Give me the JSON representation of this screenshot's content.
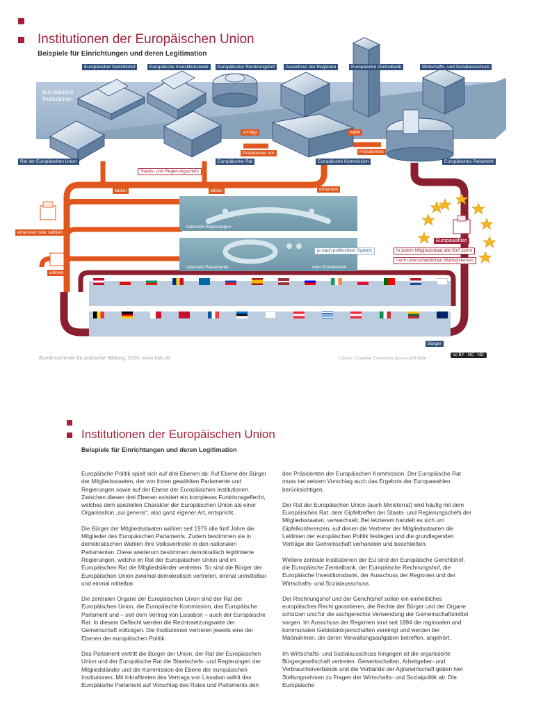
{
  "figure": {
    "title": "Institutionen der Europäischen Union",
    "subtitle": "Beispiele für Einrichtungen und deren Legitimation",
    "band_label": "Europäische Institutionen",
    "institutions_top": [
      "Europäischer Gerichtshof",
      "Europäische Investitionsbank",
      "Europäischer Rechnungshof",
      "Ausschuss der Regionen",
      "Europäische Zentralbank",
      "Wirtschafts- und Sozialausschuss"
    ],
    "institutions_main": {
      "council_eu": "Rat der Europäischen Union",
      "european_council": "Europäischer Rat",
      "commission": "Europäische Kommission",
      "parliament": "Europäisches Parlament"
    },
    "actions": {
      "schlaegt": "schlägt",
      "praesidenten_vor": "Präsidenten vor",
      "waehlt": "wählt",
      "praesidenten": "Präsidenten",
      "bilden_1": "bilden",
      "bilden_2": "bilden",
      "staats_regierungschefs": "Staats- und Regierungschefs",
      "ernennen": "ernennen",
      "ernennen_oder_waehlen": "ernennen oder wählen",
      "waehlen": "wählen"
    },
    "national": {
      "governments": "nationale Regierungen",
      "parliaments": "nationale Parlamente",
      "system_note": "je nach politischem System",
      "or_presidents": "oder Präsidenten"
    },
    "europawahlen": {
      "label": "Europawahlen",
      "line1": "In jedem Mitgliedsstaat alle fünf Jahre",
      "line2": "nach unterschiedlichen Wahlsystemen"
    },
    "citizens": "Bürger",
    "credit": "Bundeszentrale für politische Bildung, 2010, www.bpb.de",
    "license": "Lizenz: Creative Commons by-nc-nd/3.0/de",
    "cc_badge": "cc BY · NC · ND",
    "colors": {
      "accent": "#a3223a",
      "orange": "#e0561c",
      "band_blue": "#a9bed4",
      "teal": "#7fa6b6",
      "navy": "#2f4e7a"
    }
  },
  "article": {
    "title": "Institutionen der Europäischen Union",
    "subtitle": "Beispiele für Einrichtungen und deren Legitimation",
    "left_paragraphs": [
      "Europäische Politik spielt sich auf drei Ebenen ab: Auf Ebene der Bürger der Mitgliedsstaaten, der von ihnen gewählten Parlamente und Regierungen sowie auf der Ebene der Europäischen Institutionen. Zwischen diesen drei Ebenen existiert ein komplexes Funktionsgeflecht, welches dem speziellen Charakter der Europäischen Union als einer Organisation „sui generis“, also ganz eigener Art, entspricht.",
      "Die Bürger der Mitgliedsstaaten wählen seit 1979 alle fünf Jahre die Mitglieder des Europäischen Parlaments. Zudem bestimmen sie in demokratischen Wahlen ihre Volksvertreter in den nationalen Parlamenten. Diese wiederum bestimmen demokratisch legitimierte Regierungen, welche im Rat der Europäischen Union und im Europäischen Rat die Mitgliedsländer vertreten. So sind die Bürger der Europäischen Union zweimal demokratisch vertreten, einmal unmittelbar und einmal mittelbar.",
      "Die zentralen Organe der Europäischen Union sind der Rat der Europäischen Union, die Europäische Kommission, das Europäische Parlament und – seit dem Vertrag von Lissabon – auch der Europäische Rat. In diesem Geflecht werden die Rechtssetzungsakte der Gemeinschaft vollzogen. Die Institutionen vertreten jeweils eine der Ebenen der europäischen Politik.",
      "Das Parlament vertritt die Bürger der Union, der Rat der Europäischen Union und der Europäische Rat die Staatschefs- und Regierungen der Mitgliedsländer und die Kommission die Ebene der europäischen Institutionen. Mit Inkrafttreten des Vertrags von Lissabon wählt das Europäische Parlament auf Vorschlag des Rates und Parlaments den"
    ],
    "right_paragraphs": [
      "den Präsidenten der Europäischen Kommission. Der Europäische Rat muss bei seinem Vorschlag auch das Ergebnis der Europawahlen berücksichtigen.",
      "Der Rat der Europäischen Union (auch Ministerrat) wird häufig mit dem Europäischen Rat, dem Gipfeltreffen der Staats- und Regierungschefs der Mitgliedsstaaten, verwechselt. Bei letzterem handelt es sich um Gipfelkonferenzen, auf denen die Vertreter der Mitgliedsstaaten die Leitlinien der europäischen Politik festlegen und die grundlegenden Verträge der Gemeinschaft verhandeln und beschließen.",
      "Weitere zentrale Institutionen der EU sind der Europäische Gerichtshof, die Europäische Zentralbank, der Europäische Rechnungshof, die Europäische Investitionsbank, der Ausschuss der Regionen und der Wirtschafts- und Sozialausschuss.",
      "Der Rechnungshof und der Gerichtshof sollen ein einheitliches europäisches Recht garantieren, die Rechte der Bürger und der Organe schützen und für die sachgerechte Verwendung der Gemeinschaftsmittel sorgen. Im Ausschuss der Regionen sind seit 1994 die regionalen und kommunalen Gebietskörperschaften vereinigt und werden bei Maßnahmen, die deren Verwaltungsaufgaben betreffen, angehört.",
      "Im Wirtschafts- und Sozialausschuss hingegen ist die organisierte Bürgergesellschaft vertreten. Gewerkschaften, Arbeitgeber- und Verbraucherverbände und die Verbände der Agrarwirtschaft geben hier Stellungnahmen zu Fragen der Wirtschafts- und Sozialpolitik ab. Die Europäische"
    ]
  }
}
